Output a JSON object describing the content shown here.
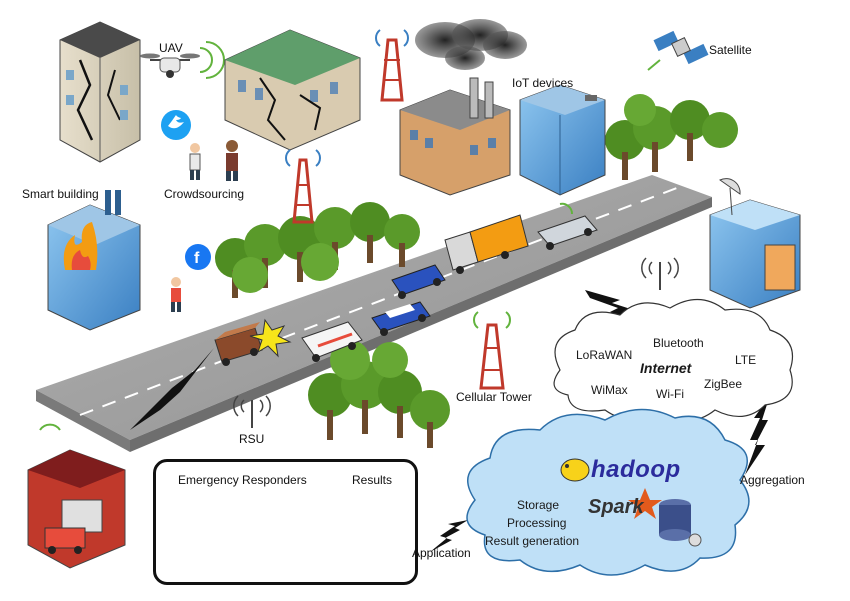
{
  "labels": {
    "uav": "UAV",
    "satellite": "Satellite",
    "iot_devices": "IoT devices",
    "smart_building": "Smart building",
    "crowdsourcing": "Crowdsourcing",
    "cellular_tower": "Cellular Tower",
    "rsu": "RSU",
    "aggregation": "Aggregation",
    "application": "Application"
  },
  "internet_cloud": {
    "title": "Internet",
    "technologies": [
      "LoRaWAN",
      "Bluetooth",
      "LTE",
      "WiMax",
      "Wi-Fi",
      "ZigBee"
    ]
  },
  "processing_cloud": {
    "frameworks": [
      "hadoop",
      "Spark"
    ],
    "tasks": [
      "Storage",
      "Processing",
      "Result generation"
    ]
  },
  "responders_box": {
    "title": "Emergency Responders",
    "results_title": "Results"
  },
  "social_icons": [
    "twitter-icon",
    "facebook-icon"
  ],
  "colors": {
    "road": "#9a9a9a",
    "tree": "#5a9a2a",
    "cloud_internet": "#ffffff",
    "cloud_processing": "#bfe0f7",
    "hadoop_text": "#2b2b9c",
    "twitter": "#1da1f2",
    "facebook": "#1877f2"
  }
}
